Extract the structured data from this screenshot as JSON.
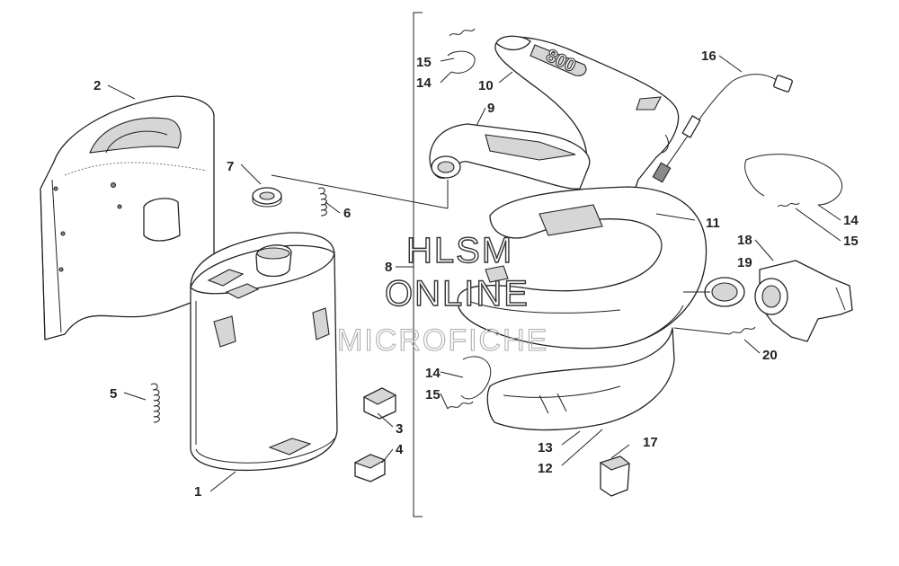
{
  "diagram": {
    "callouts": {
      "c1": "1",
      "c2": "2",
      "c3": "3",
      "c4": "4",
      "c5": "5",
      "c6": "6",
      "c7": "7",
      "c8": "8",
      "c9": "9",
      "c10": "10",
      "c11": "11",
      "c12": "12",
      "c13": "13",
      "c14a": "14",
      "c14b": "14",
      "c14c": "14",
      "c15a": "15",
      "c15b": "15",
      "c15c": "15",
      "c16": "16",
      "c17": "17",
      "c18": "18",
      "c19": "19",
      "c20": "20"
    },
    "pipe_stamp": "800"
  },
  "watermark": {
    "line1": "HLSM",
    "line2": "ONLINE",
    "line3": "MICROFICHE"
  }
}
